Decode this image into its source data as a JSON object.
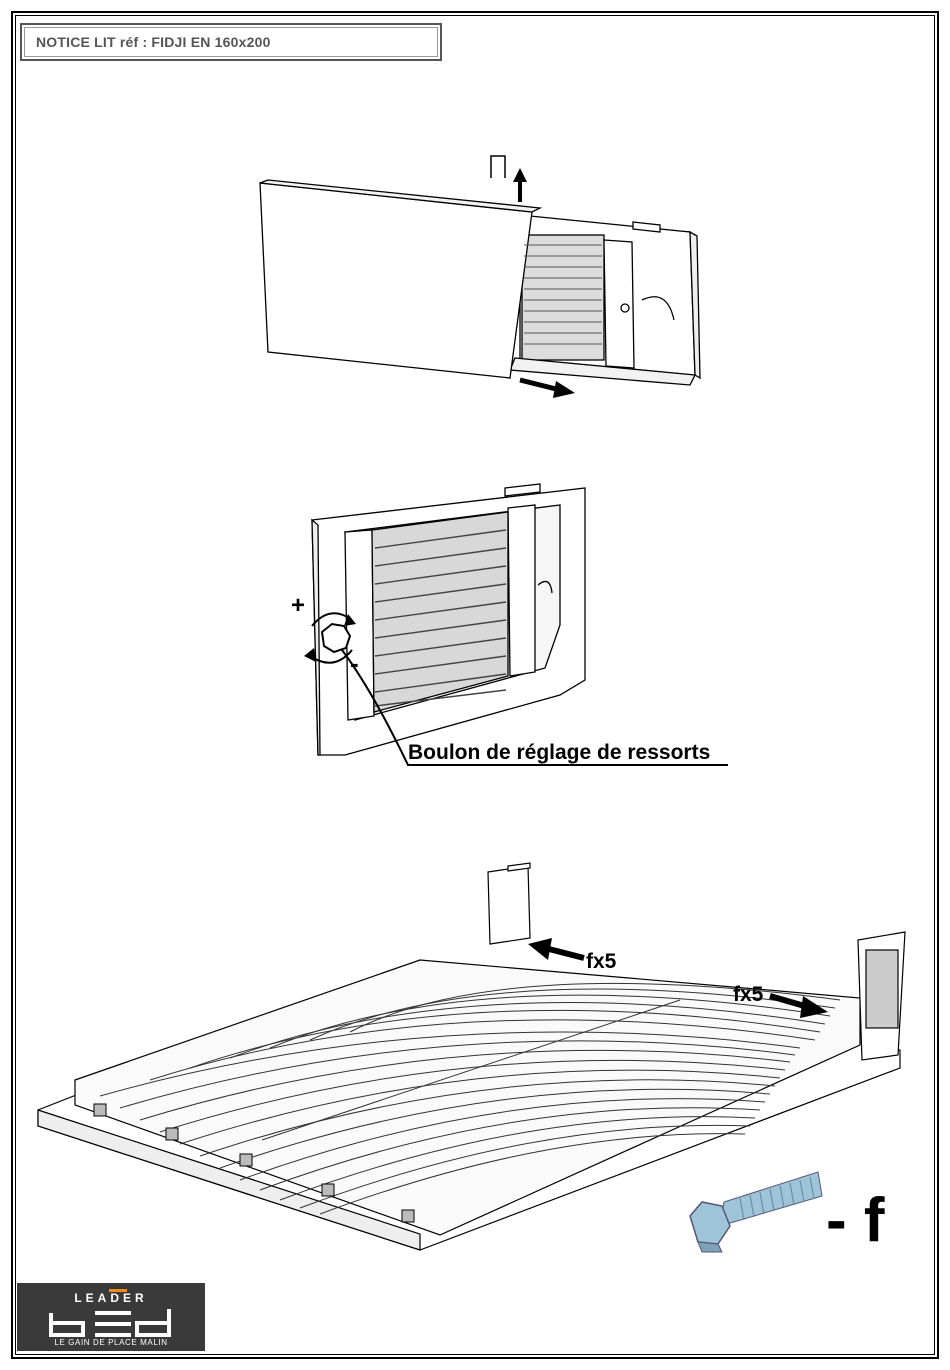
{
  "header": {
    "title": "NOTICE LIT réf :  FIDJI EN 160x200"
  },
  "diagram2": {
    "bolt_label": "Boulon de réglage de ressorts",
    "plus": "+",
    "minus": "-"
  },
  "diagram3": {
    "left_arrow_label": "fx5",
    "right_arrow_label": "fx5"
  },
  "part": {
    "code": "- f"
  },
  "logo": {
    "top_text": "LEADER",
    "tagline": "LE GAIN DE PLACE MALIN"
  },
  "colors": {
    "logo_background": "#3a3a3a",
    "logo_accent": "#f08a1c",
    "bolt": "#9fc4d8"
  }
}
